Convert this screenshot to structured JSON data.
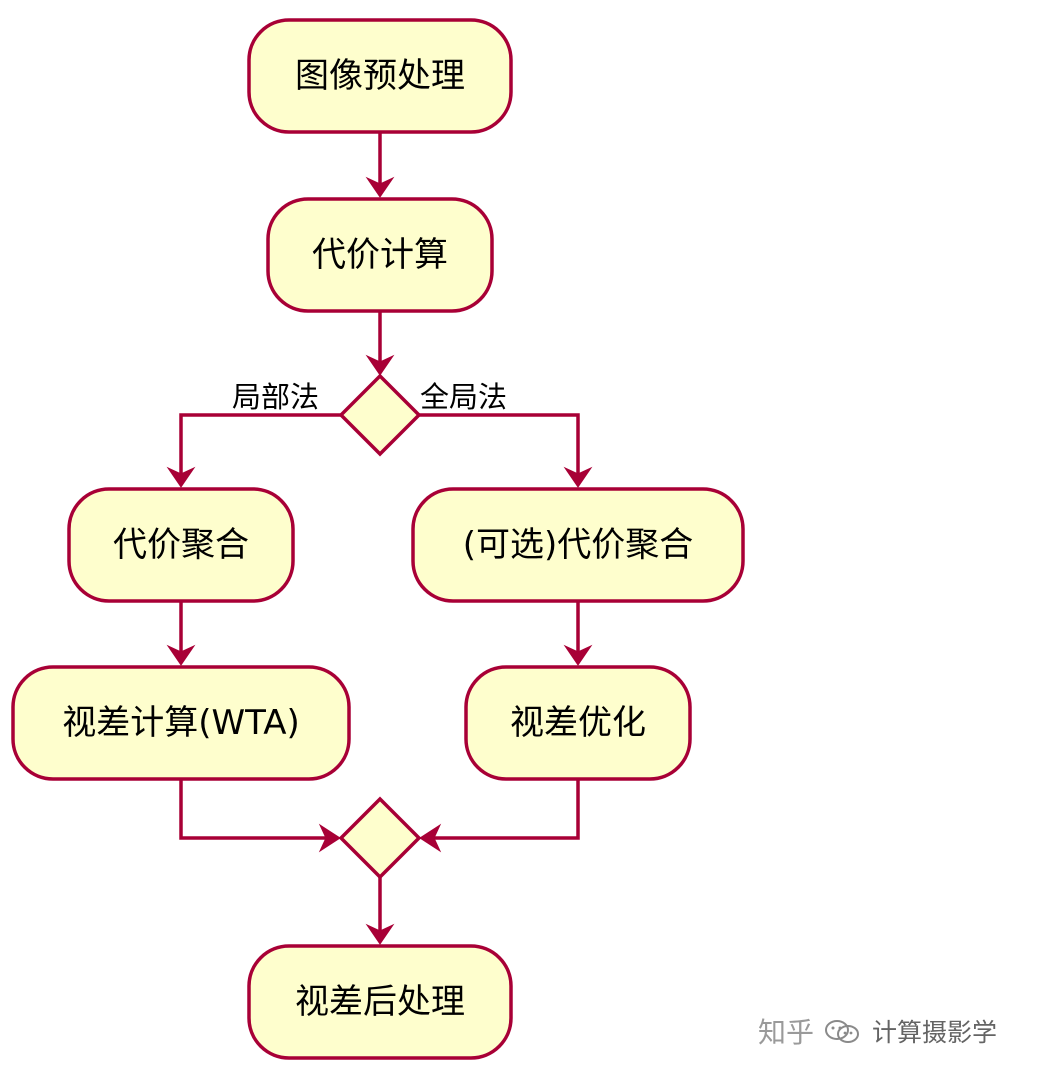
{
  "nodes": {
    "preprocess": "图像预处理",
    "cost_compute": "代价计算",
    "local_aggregation": "代价聚合",
    "global_aggregation": "(可选)代价聚合",
    "wta": "视差计算(WTA)",
    "optimization": "视差优化",
    "postprocess": "视差后处理"
  },
  "branches": {
    "left": "局部法",
    "right": "全局法"
  },
  "watermark": {
    "site": "知乎",
    "account": "计算摄影学"
  },
  "colors": {
    "node_fill": "#fefecd",
    "stroke": "#a80036",
    "background": "#ffffff"
  }
}
